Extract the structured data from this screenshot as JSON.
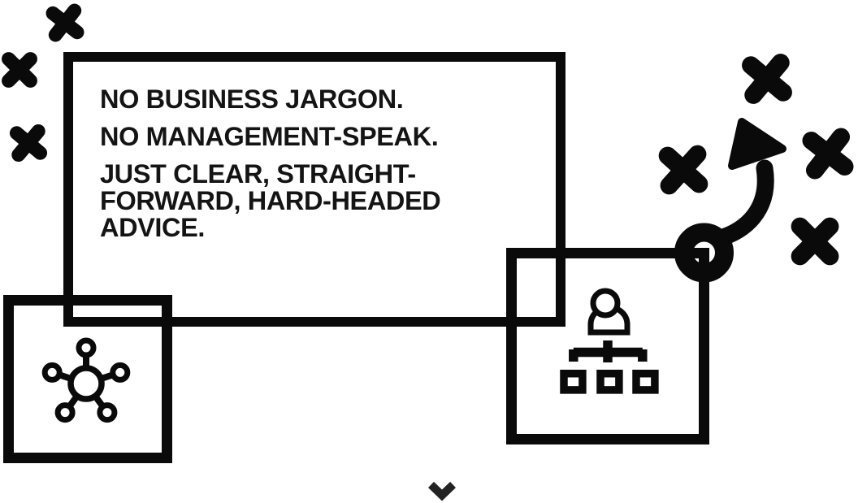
{
  "page": {
    "background_color": "#ffffff",
    "ink_color": "#0a0a0a",
    "text_color": "#141414",
    "chevron_color": "#222222"
  },
  "headline": {
    "lines": [
      "NO BUSINESS JARGON.",
      "NO MANAGEMENT-SPEAK.",
      "JUST CLEAR, STRAIGHT-",
      "FORWARD, HARD-HEADED",
      "ADVICE."
    ],
    "sentences": [
      "NO BUSINESS JARGON.",
      "NO MANAGEMENT-SPEAK.",
      "JUST CLEAR, STRAIGHT-FORWARD, HARD-HEADED ADVICE."
    ]
  },
  "decorations": {
    "top_left_cross_count": 3,
    "strategy_cross_count": 4,
    "icons": [
      {
        "name": "network-hub-icon",
        "location": "bottom-left-tile"
      },
      {
        "name": "org-chart-icon",
        "location": "right-tile"
      },
      {
        "name": "strategy-arrow-icon",
        "location": "top-right"
      },
      {
        "name": "chevron-down-icon",
        "location": "bottom-center"
      }
    ]
  }
}
